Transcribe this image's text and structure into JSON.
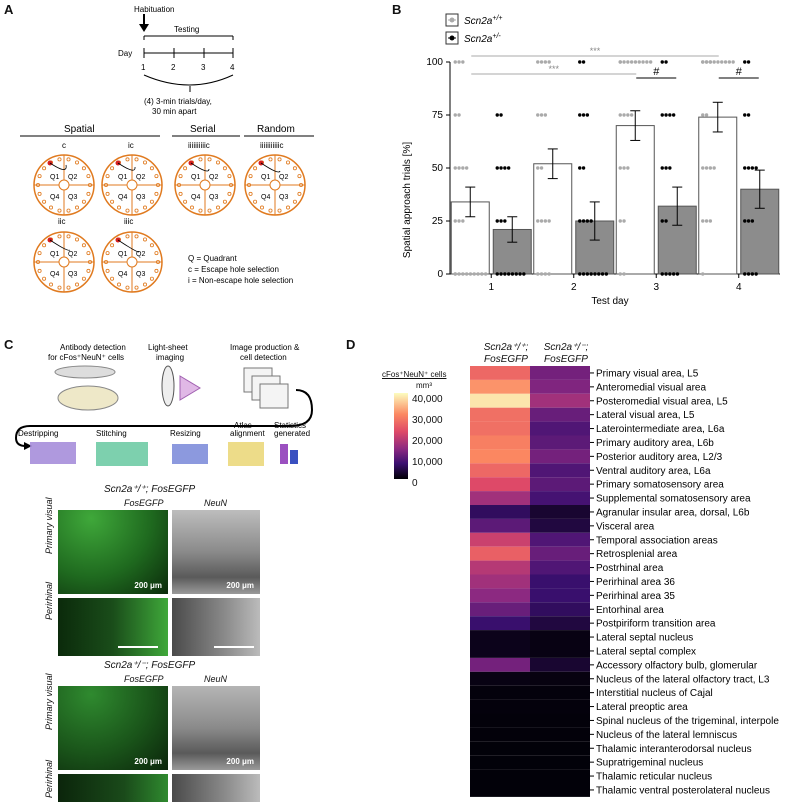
{
  "panels": {
    "A": "A",
    "B": "B",
    "C": "C",
    "D": "D"
  },
  "panel_a": {
    "habituation": "Habituation",
    "testing": "Testing",
    "day_label": "Day",
    "days": [
      "1",
      "2",
      "3",
      "4"
    ],
    "trials_note_1": "(4) 3-min trials/day,",
    "trials_note_2": "30 min apart",
    "groups": [
      "Spatial",
      "Serial",
      "Random"
    ],
    "maze_labels": [
      "c",
      "ic",
      "iiiiiiiiiic",
      "iiiiiiiiiiic",
      "iic",
      "iiic"
    ],
    "quadrants": [
      "Q1",
      "Q2",
      "Q3",
      "Q4"
    ],
    "legend": [
      "Q = Quadrant",
      "c  =  Escape hole selection",
      "i   =  Non-escape hole selection"
    ]
  },
  "panel_b": {
    "legend": [
      {
        "name": "Scn2a",
        "sup": "+/+"
      },
      {
        "name": "Scn2a",
        "sup": "+/-"
      }
    ],
    "significance": [
      "***",
      "***",
      "#",
      "#"
    ]
  },
  "chart_data": {
    "type": "bar",
    "xlabel": "Test day",
    "ylabel": "Spatial approach trials [%]",
    "categories": [
      "1",
      "2",
      "3",
      "4"
    ],
    "ylim": [
      0,
      100
    ],
    "yticks": [
      0,
      25,
      50,
      75,
      100
    ],
    "series": [
      {
        "name": "Scn2a+/+",
        "values": [
          34,
          52,
          70,
          74
        ],
        "sem": [
          7,
          7,
          7,
          7
        ],
        "fill": "#ffffff"
      },
      {
        "name": "Scn2a+/-",
        "values": [
          21,
          25,
          32,
          40
        ],
        "sem": [
          6,
          9,
          9,
          9
        ],
        "fill": "#8c8c8c"
      }
    ]
  },
  "panel_c": {
    "steps_top": [
      "Antibody detection",
      "for cFos⁺NeuN⁺ cells",
      "Light-sheet",
      "imaging",
      "Image production &",
      "cell detection"
    ],
    "steps_bottom": [
      "Destripping",
      "Stitching",
      "Resizing",
      "Atlas",
      "alignment",
      "Statistics",
      "generated"
    ],
    "genotype_1": "Scn2a⁺/⁺; FosEGFP",
    "genotype_2": "Scn2a⁺/⁻; FosEGFP",
    "col_fos": "FosEGFP",
    "col_neun": "NeuN",
    "row_primary": "Primary visual",
    "row_perirhinal": "Perirhinal",
    "scale": "200 μm"
  },
  "panel_d": {
    "col_1a": "Scn2a⁺/⁺;",
    "col_1b": "FosEGFP",
    "col_2a": "Scn2a⁺/⁻;",
    "col_2b": "FosEGFP",
    "cbar_title": "cFos⁺NeuN⁺ cells",
    "cbar_unit": "mm³",
    "cbar_ticks": [
      "40,000",
      "30,000",
      "20,000",
      "10,000",
      "0"
    ],
    "heatmap": [
      {
        "region": "Primary visual area, L5",
        "wt": 26000,
        "het": 12000
      },
      {
        "region": "Anteromedial visual area",
        "wt": 31000,
        "het": 13000
      },
      {
        "region": "Posteromedial visual area, L5",
        "wt": 38000,
        "het": 16000
      },
      {
        "region": "Lateral visual area, L5",
        "wt": 27000,
        "het": 11000
      },
      {
        "region": "Laterointermediate area, L6a",
        "wt": 27000,
        "het": 9000
      },
      {
        "region": "Primary auditory area, L6b",
        "wt": 29000,
        "het": 10000
      },
      {
        "region": "Posterior auditory area, L2/3",
        "wt": 30000,
        "het": 12000
      },
      {
        "region": "Ventral auditory area, L6a",
        "wt": 26000,
        "het": 9000
      },
      {
        "region": "Primary somatosensory area",
        "wt": 22000,
        "het": 10000
      },
      {
        "region": "Supplemental somatosensory area",
        "wt": 16000,
        "het": 8000
      },
      {
        "region": "Agranular insular area, dorsal, L6b",
        "wt": 6000,
        "het": 3000
      },
      {
        "region": "Visceral area",
        "wt": 10000,
        "het": 4000
      },
      {
        "region": "Temporal association areas",
        "wt": 20000,
        "het": 9000
      },
      {
        "region": "Retrosplenial area",
        "wt": 25000,
        "het": 11000
      },
      {
        "region": "Postrhinal area",
        "wt": 18000,
        "het": 9000
      },
      {
        "region": "Perirhinal area 36",
        "wt": 16000,
        "het": 7000
      },
      {
        "region": "Perirhinal area 35",
        "wt": 14000,
        "het": 7000
      },
      {
        "region": "Entorhinal area",
        "wt": 11000,
        "het": 6000
      },
      {
        "region": "Postpiriform transition area",
        "wt": 7000,
        "het": 4000
      },
      {
        "region": "Lateral septal nucleus",
        "wt": 1500,
        "het": 1000
      },
      {
        "region": "Lateral septal complex",
        "wt": 1500,
        "het": 1000
      },
      {
        "region": "Accessory olfactory bulb, glomerular",
        "wt": 12000,
        "het": 3000
      },
      {
        "region": "Nucleus of the lateral olfactory tract, L3",
        "wt": 1000,
        "het": 800
      },
      {
        "region": "Interstitial nucleus of Cajal",
        "wt": 500,
        "het": 500
      },
      {
        "region": "Lateral preoptic area",
        "wt": 500,
        "het": 500
      },
      {
        "region": "Spinal nucleus of the trigeminal, interpole",
        "wt": 400,
        "het": 400
      },
      {
        "region": "Nucleus of the lateral lemniscus",
        "wt": 400,
        "het": 400
      },
      {
        "region": "Thalamic interanterodorsal nucleus",
        "wt": 300,
        "het": 300
      },
      {
        "region": "Supratrigeminal nucleus",
        "wt": 300,
        "het": 300
      },
      {
        "region": "Thalamic reticular nucleus",
        "wt": 300,
        "het": 300
      },
      {
        "region": "Thalamic ventral posterolateral nucleus",
        "wt": 300,
        "het": 300
      }
    ]
  }
}
